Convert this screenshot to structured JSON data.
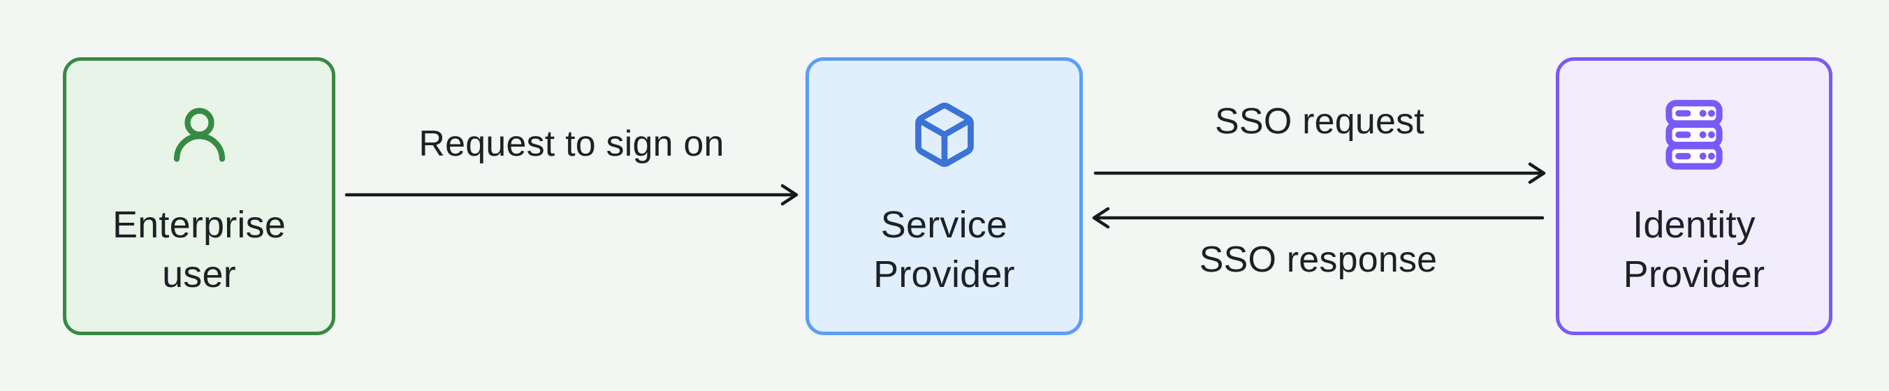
{
  "diagram_type": "sso-flow",
  "colors": {
    "background": "#f4f6f3",
    "text": "#1d2125",
    "arrow": "#17191c",
    "enterprise_border": "#378a43",
    "enterprise_fill": "#e8f4e7",
    "enterprise_icon": "#378a43",
    "service_border": "#5b9df8",
    "service_fill": "#e1effd",
    "service_icon": "#3b72d5",
    "identity_border": "#7a5af6",
    "identity_fill": "#f2edfd",
    "identity_icon": "#7a5af6"
  },
  "nodes": {
    "enterprise": {
      "line1": "Enterprise",
      "line2": "user",
      "icon": "user-icon"
    },
    "service": {
      "line1": "Service",
      "line2": "Provider",
      "icon": "cube-icon"
    },
    "identity": {
      "line1": "Identity",
      "line2": "Provider",
      "icon": "server-icon"
    }
  },
  "edges": {
    "request_sign_on": {
      "label": "Request to sign on",
      "from": "Enterprise user",
      "to": "Service Provider",
      "direction": "right"
    },
    "sso_request": {
      "label": "SSO request",
      "from": "Service Provider",
      "to": "Identity Provider",
      "direction": "right"
    },
    "sso_response": {
      "label": "SSO response",
      "from": "Identity Provider",
      "to": "Service Provider",
      "direction": "left"
    }
  }
}
